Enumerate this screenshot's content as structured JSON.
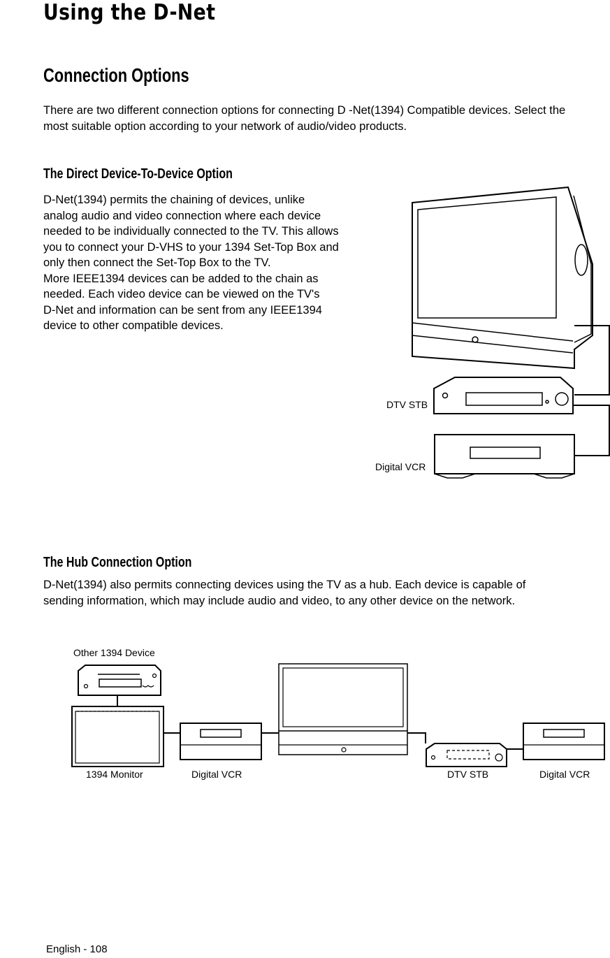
{
  "page": {
    "title": "Using the D-Net",
    "section_title": "Connection Options",
    "intro": "There are two different connection options for connecting D -Net(1394) Compatible devices. Select the most suitable option according to your network of audio/video products.",
    "footer": "English - 108"
  },
  "direct": {
    "heading": "The Direct Device-To-Device Option",
    "body_lines": [
      "D-Net(1394) permits the chaining of devices, unlike",
      "analog audio and video connection where each device",
      "needed to be individually connected to the TV. This allows",
      "you to connect your D-VHS to your 1394 Set-Top Box and",
      "only then connect the Set-Top Box to the TV.",
      "More IEEE1394 devices can be added to the chain as",
      "needed. Each video device can be viewed on the TV's",
      "D-Net and information can be sent from any IEEE1394",
      "device to other compatible devices."
    ],
    "labels": {
      "stb": "DTV STB",
      "vcr": "Digital VCR"
    }
  },
  "hub": {
    "heading": "The Hub Connection Option",
    "body_lines": [
      "D-Net(1394) also permits connecting devices using the TV as a hub. Each device is capable of",
      "sending information, which may include audio and video, to any other device on the network."
    ],
    "labels": {
      "other": "Other 1394 Device",
      "monitor": "1394 Monitor",
      "vcr1": "Digital VCR",
      "stb": "DTV STB",
      "vcr2": "Digital VCR"
    }
  }
}
